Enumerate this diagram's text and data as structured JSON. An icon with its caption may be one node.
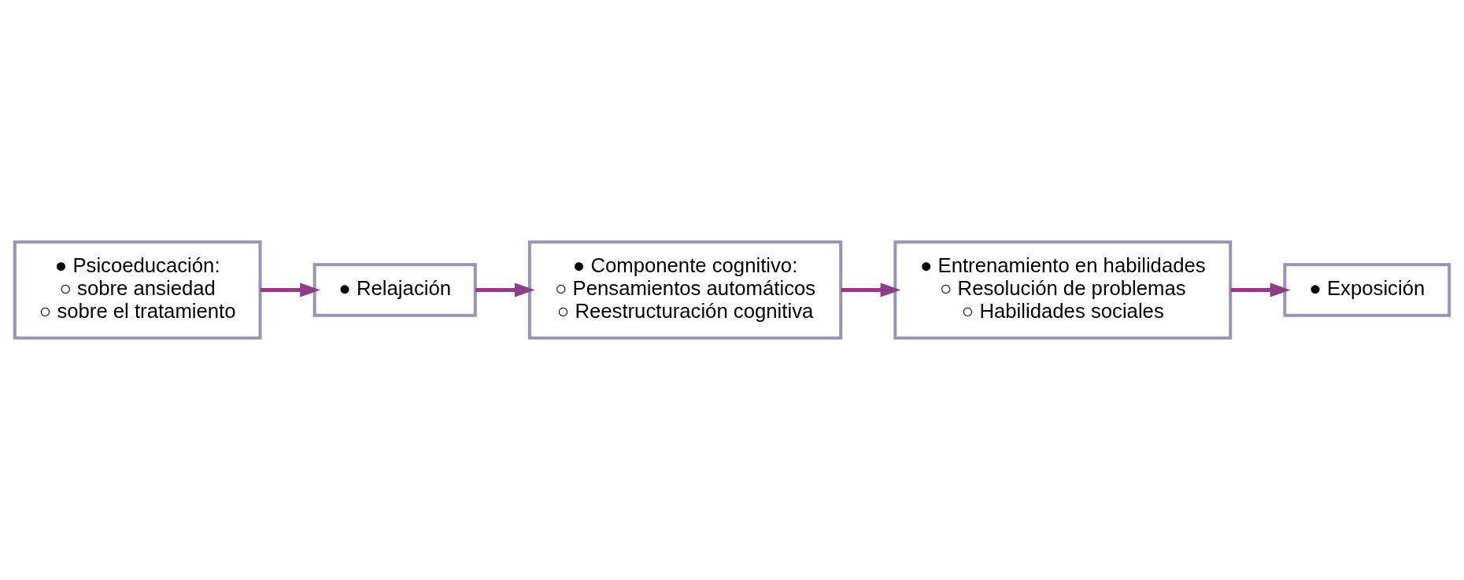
{
  "diagram": {
    "nodes": [
      {
        "text": [
          "● Psicoeducación:",
          "○ sobre ansiedad",
          "○ sobre el tratamiento"
        ]
      },
      {
        "text": [
          "● Relajación"
        ]
      },
      {
        "text": [
          "● Componente cognitivo:",
          "○ Pensamientos automáticos",
          "○ Reestructuración cognitiva"
        ]
      },
      {
        "text": [
          "● Entrenamiento en habilidades",
          "○ Resolución de problemas",
          "○ Habilidades sociales"
        ]
      },
      {
        "text": [
          "● Exposición"
        ]
      }
    ],
    "edges": [
      {
        "from": 0,
        "to": 1,
        "arrow": "to",
        "color": "#8e3d8a"
      },
      {
        "from": 1,
        "to": 2,
        "arrow": "to",
        "color": "#8e3d8a"
      },
      {
        "from": 2,
        "to": 3,
        "arrow": "to",
        "color": "#8e3d8a"
      },
      {
        "from": 3,
        "to": 4,
        "arrow": "to",
        "color": "#8e3d8a"
      }
    ]
  }
}
